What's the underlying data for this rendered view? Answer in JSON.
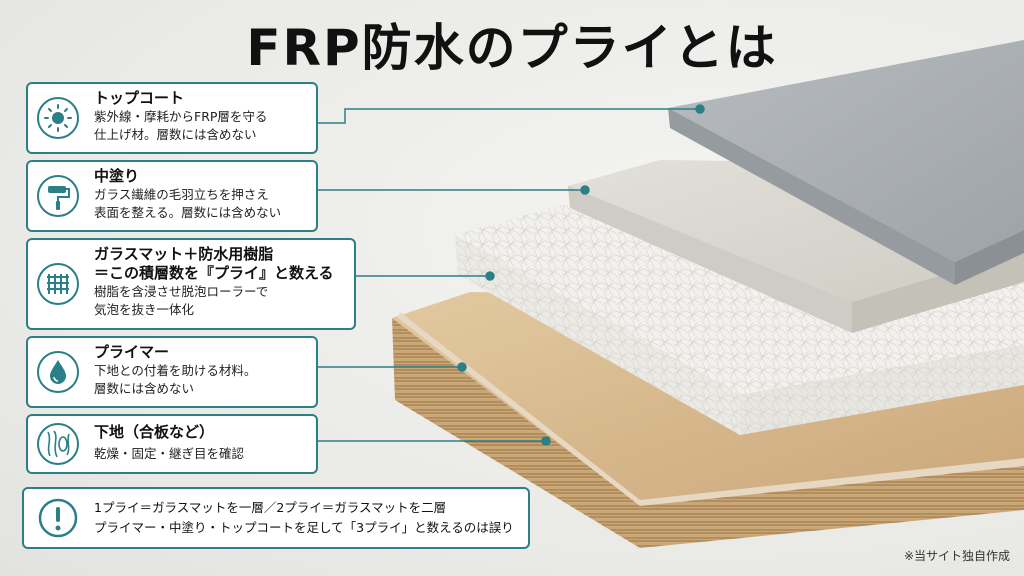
{
  "title": "FRP防水のプライとは",
  "layers": [
    {
      "heading": "トップコート",
      "lines": [
        "紫外線・摩耗からFRP層を守る",
        "仕上げ材。層数には含めない"
      ],
      "icon": "sun-icon"
    },
    {
      "heading": "中塗り",
      "lines": [
        "ガラス繊維の毛羽立ちを押さえ",
        "表面を整える。層数には含めない"
      ],
      "icon": "paint-roller-icon"
    },
    {
      "heading": "ガラスマット＋防水用樹脂",
      "heading2": "＝この積層数を『プライ』と数える",
      "lines": [
        "樹脂を含浸させ脱泡ローラーで",
        "気泡を抜き一体化"
      ],
      "icon": "mesh-icon"
    },
    {
      "heading": "プライマー",
      "lines": [
        "下地との付着を助ける材料。",
        "層数には含めない"
      ],
      "icon": "droplet-icon"
    },
    {
      "heading": "下地（合板など）",
      "lines": [
        "乾燥・固定・継ぎ目を確認"
      ],
      "icon": "wood-grain-icon"
    }
  ],
  "note": {
    "icon": "exclamation-icon",
    "line1": "1プライ＝ガラスマットを一層／2プライ＝ガラスマットを二層",
    "line2": "プライマー・中塗り・トップコートを足して「3プライ」と数えるのは誤り"
  },
  "credit": "※当サイト独自作成",
  "colors": {
    "accent": "#2b7f86",
    "topcoat": "#a9adb1",
    "midcoat": "#d8d6d0",
    "glass": "#f1f0ec",
    "plywood": "#d9b98d"
  }
}
